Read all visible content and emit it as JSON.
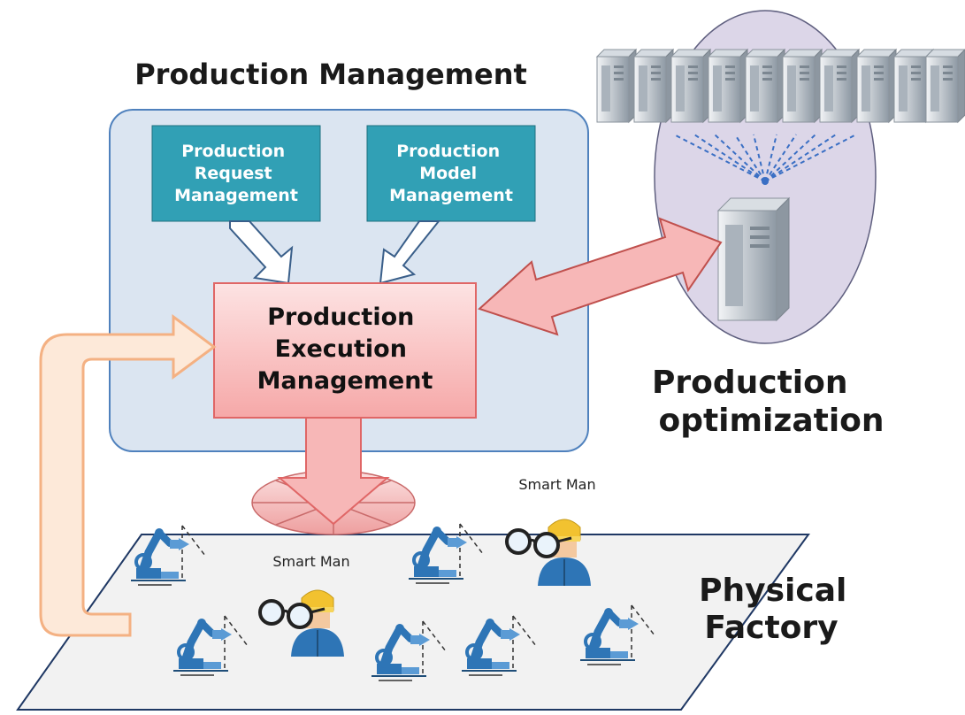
{
  "title": "Production Management",
  "boxes": {
    "request": [
      "Production",
      "Request",
      "Management"
    ],
    "model": [
      "Production",
      "Model",
      "Management"
    ],
    "execution": [
      "Production",
      "Execution",
      "Management"
    ]
  },
  "optimization_label": [
    "Production",
    "optimization"
  ],
  "factory_label": [
    "Physical",
    "Factory"
  ],
  "smart_man_label": "Smart Man",
  "colors": {
    "mgmt_panel": "#dbe5f1",
    "mgmt_border": "#4f81bd",
    "teal_box": "#31a0b5",
    "exec_box": "#f7b7b7",
    "exec_border": "#e06666",
    "orange_arrow": "#f9cb9c",
    "robot": "#2e75b6",
    "cloud": "#dcd6e8"
  },
  "icons": [
    "server-icon",
    "robot-arm-icon",
    "smart-man-icon",
    "wifi-icon"
  ]
}
